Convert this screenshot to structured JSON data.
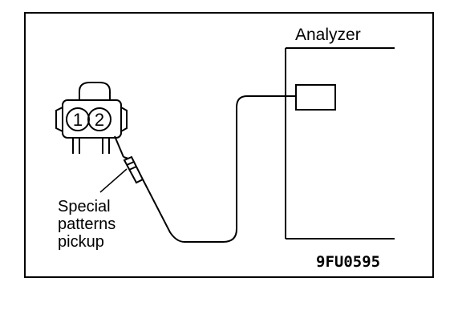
{
  "labels": {
    "analyzer": "Analyzer",
    "pickup_line1": "Special",
    "pickup_line2": "patterns",
    "pickup_line3": "pickup",
    "figure_code": "9FU0595"
  },
  "connector": {
    "terminal_1": "1",
    "terminal_2": "2"
  },
  "colors": {
    "line": "#000000",
    "background": "#ffffff"
  }
}
